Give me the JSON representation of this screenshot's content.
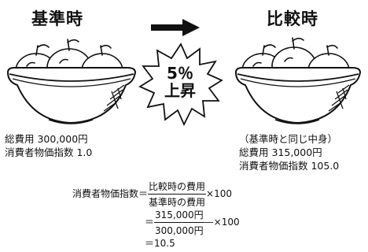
{
  "base": {
    "title": "基準時",
    "lines": [
      "総費用 300,000円",
      "消費者物価指数 1.0"
    ]
  },
  "compare": {
    "title": "比較時",
    "note": "（基準時と同じ中身）",
    "lines": [
      "総費用 315,000円",
      "消費者物価指数 105.0"
    ]
  },
  "badge": {
    "line1": "5％",
    "line2": "上昇"
  },
  "formula": {
    "label": "消費者物価指数",
    "eq": "＝",
    "frac1_num": "比較時の費用",
    "frac1_den": "基準時の費用",
    "times": "×100",
    "frac2_num": "315,000円",
    "frac2_den": "300,000円",
    "times2": "—×100",
    "result": "＝10.5"
  },
  "icons": [
    "apple-basket-icon",
    "arrow-right-icon",
    "burst-badge-icon"
  ]
}
